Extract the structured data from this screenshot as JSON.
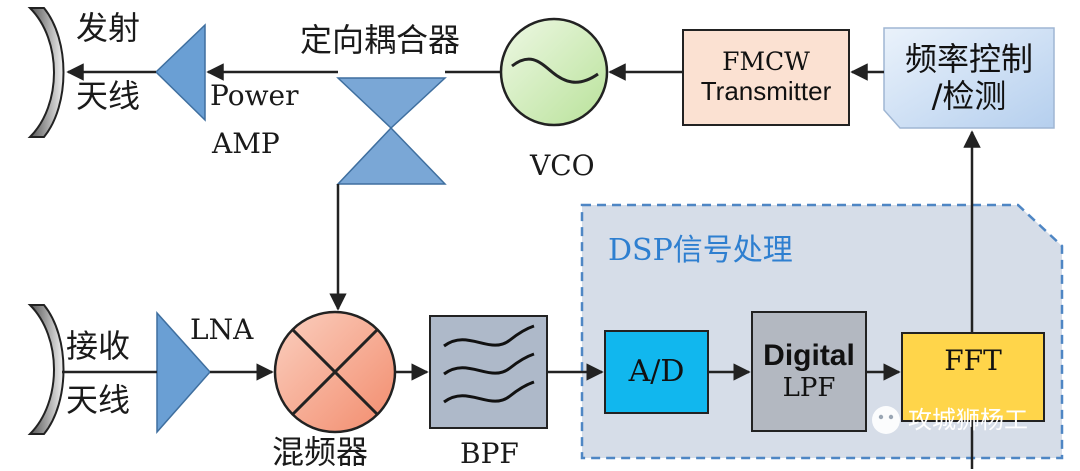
{
  "labels": {
    "tx_antenna_line1": "发射",
    "tx_antenna_line2": "天线",
    "power_amp_line1": "Power",
    "power_amp_line2": "AMP",
    "coupler": "定向耦合器",
    "vco": "VCO",
    "fmcw_line1": "FMCW",
    "fmcw_line2": "Transmitter",
    "freq_ctrl_line1": "频率控制",
    "freq_ctrl_line2": "/检测",
    "dsp_title": "DSP信号处理",
    "rx_antenna_line1": "接收",
    "rx_antenna_line2": "天线",
    "lna": "LNA",
    "mixer": "混频器",
    "bpf": "BPF",
    "ad": "A/D",
    "digital_lpf_line1": "Digital",
    "digital_lpf_line2": "LPF",
    "fft": "FFT",
    "watermark": "攻城狮杨工"
  },
  "colors": {
    "triangle": "#6a9fd4",
    "vco_fill": "#d9f0c8",
    "mixer_fill": "#f7a88e",
    "fmcw_fill": "#fbe1d2",
    "freq_ctrl_fill": "#cfe0f3",
    "bpf_fill": "#aeb9c9",
    "dsp_region": "#d6dde8",
    "ad_fill": "#11b7ee",
    "lpf_fill": "#b3b8c1",
    "fft_fill": "#ffd54a",
    "dsp_title": "#2e7fd0"
  }
}
